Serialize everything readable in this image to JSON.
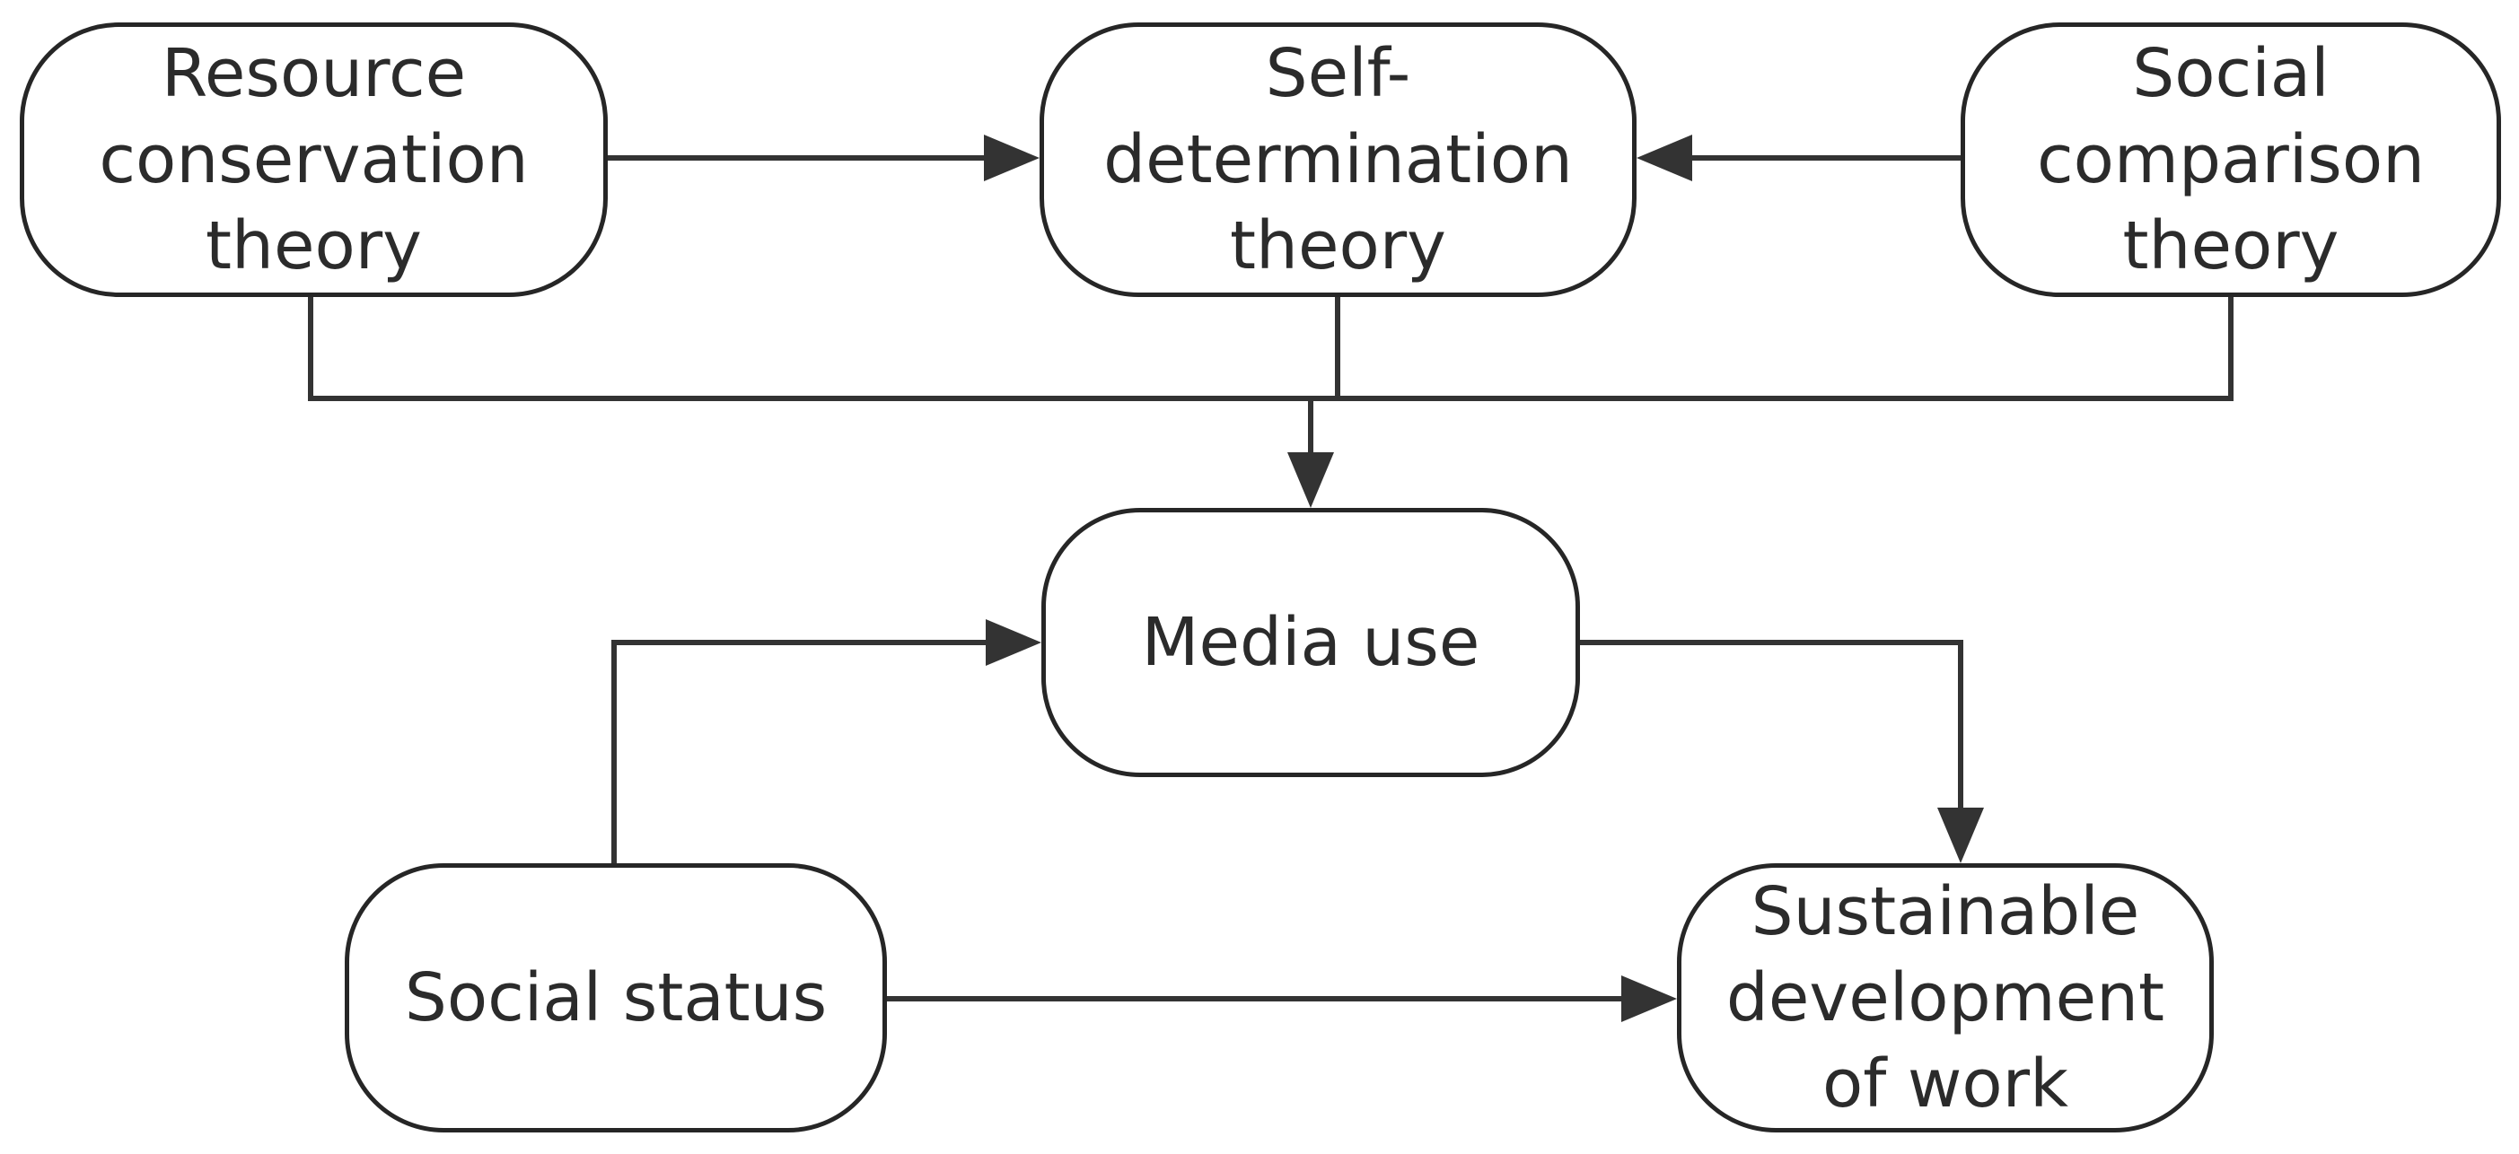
{
  "diagram": {
    "type": "flowchart",
    "nodes": {
      "resource_conservation": {
        "lines": [
          "Resource",
          "conservation",
          "theory"
        ]
      },
      "self_determination": {
        "lines": [
          "Self-",
          "determination",
          "theory"
        ]
      },
      "social_comparison": {
        "lines": [
          "Social",
          "comparison",
          "theory"
        ]
      },
      "media_use": {
        "lines": [
          "Media use"
        ]
      },
      "social_status": {
        "lines": [
          "Social status"
        ]
      },
      "sustainable_development": {
        "lines": [
          "Sustainable",
          "development",
          "of work"
        ]
      }
    },
    "edges": [
      {
        "from": "resource_conservation",
        "to": "self_determination"
      },
      {
        "from": "social_comparison",
        "to": "self_determination"
      },
      {
        "from": "resource_conservation",
        "to": "media_use"
      },
      {
        "from": "self_determination",
        "to": "media_use"
      },
      {
        "from": "social_comparison",
        "to": "media_use"
      },
      {
        "from": "social_status",
        "to": "media_use"
      },
      {
        "from": "media_use",
        "to": "sustainable_development"
      },
      {
        "from": "social_status",
        "to": "sustainable_development"
      }
    ],
    "colors": {
      "stroke": "#262626",
      "text": "#2b2b2b",
      "background": "#ffffff"
    }
  }
}
